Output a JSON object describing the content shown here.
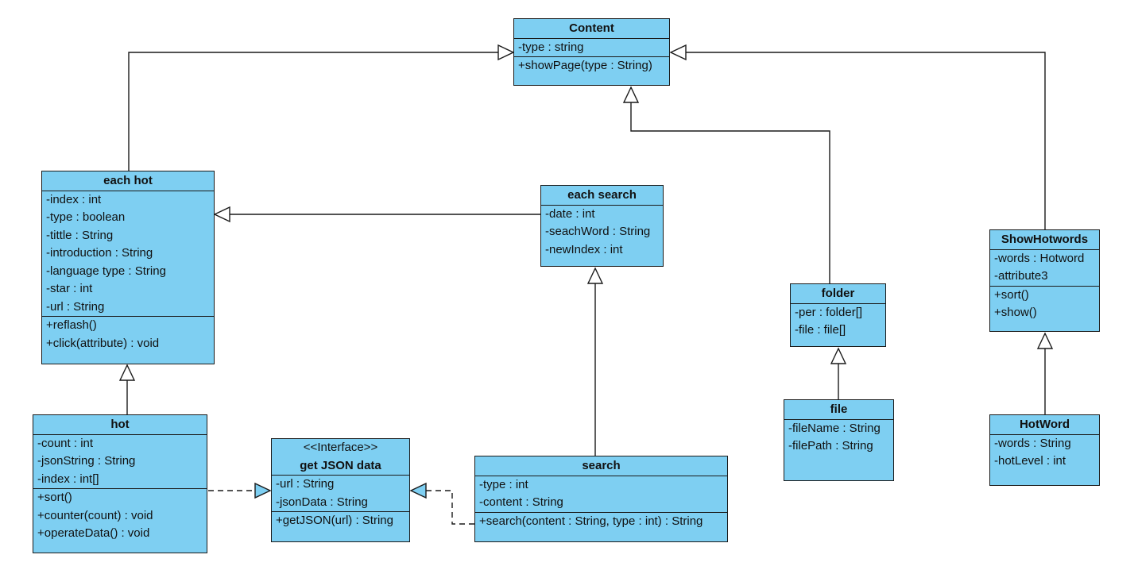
{
  "classes": {
    "content": {
      "name": "Content",
      "attributes": [
        "-type : string"
      ],
      "operations": [
        "+showPage(type : String)"
      ]
    },
    "each_hot": {
      "name": "each hot",
      "attributes": [
        "-index : int",
        "-type : boolean",
        "-tittle : String",
        "-introduction : String",
        "-language type : String",
        "-star : int",
        "-url : String"
      ],
      "operations": [
        "+reflash()",
        "+click(attribute) : void"
      ]
    },
    "each_search": {
      "name": "each search",
      "attributes": [
        "-date : int",
        "-seachWord : String",
        "-newIndex : int"
      ],
      "operations": []
    },
    "folder": {
      "name": "folder",
      "attributes": [
        "-per : folder[]",
        "-file : file[]"
      ],
      "operations": []
    },
    "show_hotwords": {
      "name": "ShowHotwords",
      "attributes": [
        "-words : Hotword",
        "-attribute3"
      ],
      "operations": [
        "+sort()",
        "+show()"
      ]
    },
    "hot": {
      "name": "hot",
      "attributes": [
        "-count : int",
        "-jsonString : String",
        "-index : int[]"
      ],
      "operations": [
        "+sort()",
        "+counter(count) : void",
        "+operateData() : void"
      ]
    },
    "get_json": {
      "stereotype": "<<Interface>>",
      "name": "get JSON data",
      "attributes": [
        "-url : String",
        "-jsonData : String"
      ],
      "operations": [
        "+getJSON(url) : String"
      ]
    },
    "search": {
      "name": "search",
      "attributes": [
        "-type : int",
        "-content : String"
      ],
      "operations": [
        "+search(content : String, type : int) : String"
      ]
    },
    "file": {
      "name": "file",
      "attributes": [
        "-fileName : String",
        "-filePath : String"
      ],
      "operations": []
    },
    "hotword": {
      "name": "HotWord",
      "attributes": [
        "-words : String",
        "-hotLevel : int"
      ],
      "operations": []
    }
  },
  "colors": {
    "class_fill": "#7ecff2",
    "line": "#1a1a1a"
  }
}
